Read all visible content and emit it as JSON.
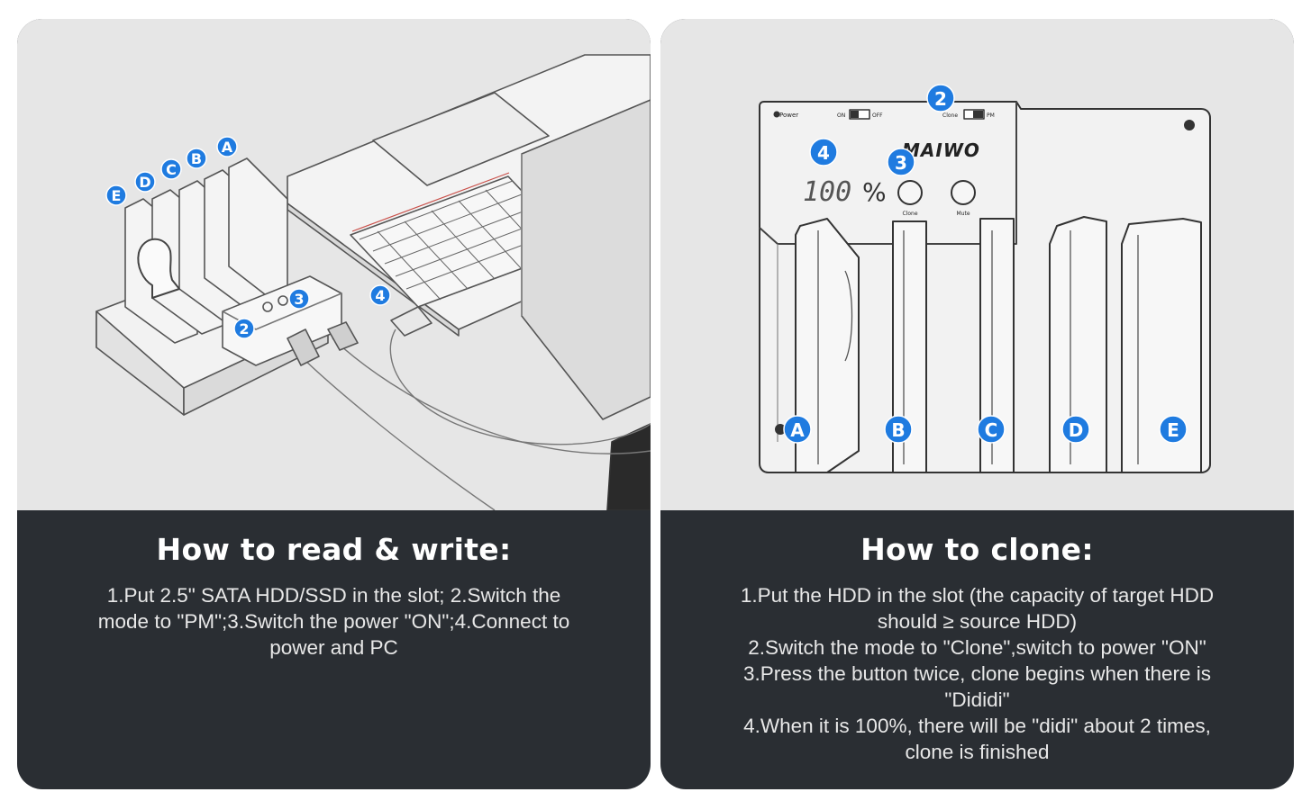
{
  "left": {
    "title": "How to read & write:",
    "lines": [
      "1.Put 2.5\" SATA HDD/SSD in the slot; 2.Switch the",
      "mode to \"PM\";3.Switch the power \"ON\";4.Connect to",
      "power and PC"
    ],
    "markers": {
      "a": "A",
      "b": "B",
      "c": "C",
      "d": "D",
      "e": "E",
      "n2": "2",
      "n3": "3",
      "n4": "4"
    }
  },
  "right": {
    "title": "How to clone:",
    "lines": [
      "1.Put the HDD in the slot (the capacity of target HDD",
      "should ≥ source HDD)",
      "2.Switch the mode to \"Clone\",switch to power \"ON\"",
      "3.Press the button twice, clone begins when there is",
      "\"Dididi\"",
      "4.When it is 100%, there will be \"didi\" about 2 times,",
      "clone is finished"
    ],
    "markers": {
      "n2": "2",
      "n3": "3",
      "n4": "4",
      "a": "A",
      "b": "B",
      "c": "C",
      "d": "D",
      "e": "E"
    },
    "device": {
      "brand": "MAIWO",
      "power_label": "Power",
      "on_label": "ON",
      "off_label": "OFF",
      "clone_label": "Clone",
      "pm_label": "PM",
      "display": "100",
      "percent": "%",
      "clone_button_label": "Clone",
      "mute_button_label": "Mute"
    }
  },
  "colors": {
    "marker_blue": "#1f7be0",
    "panel_dark": "#2a2e33",
    "illustration_bg": "#e6e6e6"
  }
}
